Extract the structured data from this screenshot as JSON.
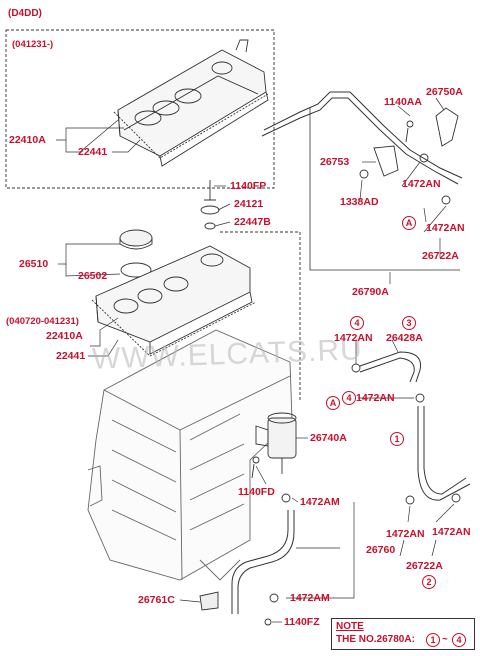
{
  "variant": "(D4DD)",
  "inset_range": "(041231-)",
  "range_mid": "(040720-041231)",
  "watermark": "WWW.ELCATS.RU",
  "labels": {
    "p22410a_top": "22410A",
    "p22441_top": "22441",
    "p1140aa": "1140AA",
    "p26750a": "26750A",
    "p26753": "26753",
    "p1472an_r1": "1472AN",
    "p1338ad": "1338AD",
    "p1472an_r2": "1472AN",
    "p26722a_top": "26722A",
    "p26790a": "26790A",
    "p1140fp": "1140FP",
    "p24121": "24121",
    "p22447b": "22447B",
    "p26510": "26510",
    "p26502": "26502",
    "p22410a_mid": "22410A",
    "p22441_mid": "22441",
    "p1472an_l": "1472AN",
    "p26428a": "26428A",
    "p1472an_mid": "1472AN",
    "p26740a": "26740A",
    "p1140fd": "1140FD",
    "p1472am_1": "1472AM",
    "p1472an_b1": "1472AN",
    "p1472an_b2": "1472AN",
    "p26760": "26760",
    "p26722a_bot": "26722A",
    "p26761c": "26761C",
    "p1472am_2": "1472AM",
    "p1140fz": "1140FZ"
  },
  "markers": {
    "a1": "A",
    "a2": "A",
    "m4": "4",
    "m3": "3",
    "m4b": "4",
    "m1": "1",
    "m2": "2",
    "n1": "1",
    "n4": "4"
  },
  "note": {
    "title": "NOTE",
    "text": "THE NO.26780A:",
    "sep": "~"
  }
}
